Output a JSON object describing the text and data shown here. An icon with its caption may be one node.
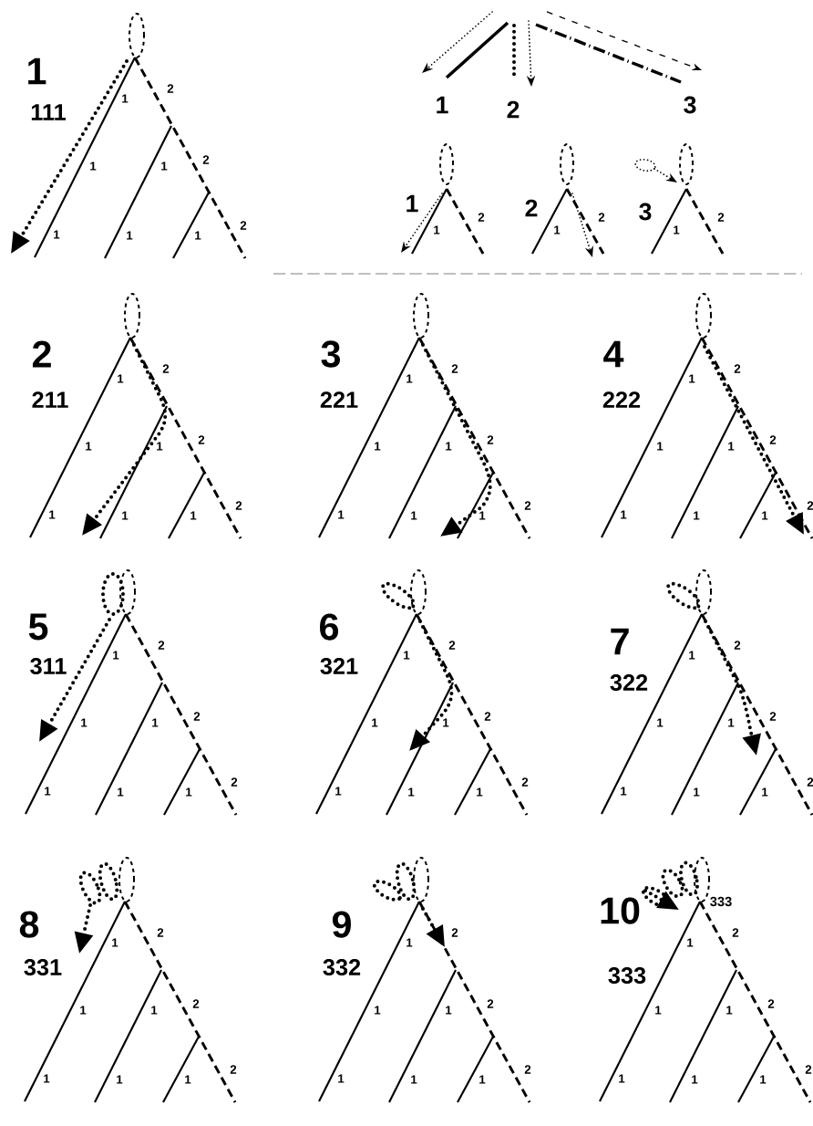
{
  "diagram": {
    "labels": [
      "1",
      "2",
      "3",
      "1",
      "1",
      "2",
      "2",
      "1",
      "2",
      "3",
      "1",
      "2",
      "1",
      "111",
      "2",
      "1",
      "2",
      "1",
      "1",
      "2",
      "1",
      "1",
      "1",
      "2",
      "211",
      "2",
      "1",
      "2",
      "1",
      "1",
      "2",
      "1",
      "1",
      "1",
      "3",
      "221",
      "2",
      "1",
      "2",
      "1",
      "1",
      "2",
      "1",
      "1",
      "1",
      "4",
      "222",
      "2",
      "1",
      "2",
      "1",
      "1",
      "2",
      "1",
      "1",
      "1",
      "5",
      "311",
      "2",
      "1",
      "2",
      "1",
      "1",
      "2",
      "1",
      "1",
      "1",
      "6",
      "321",
      "2",
      "1",
      "2",
      "1",
      "1",
      "2",
      "1",
      "1",
      "1",
      "7",
      "322",
      "2",
      "1",
      "2",
      "1",
      "1",
      "2",
      "1",
      "1",
      "1",
      "8",
      "331",
      "2",
      "1",
      "2",
      "1",
      "1",
      "2",
      "1",
      "1",
      "1",
      "9",
      "332",
      "2",
      "1",
      "2",
      "1",
      "1",
      "2",
      "1",
      "1",
      "1",
      "10",
      "333",
      "333",
      "2",
      "1",
      "2",
      "1",
      "1",
      "2",
      "1",
      "1",
      "1"
    ]
  }
}
